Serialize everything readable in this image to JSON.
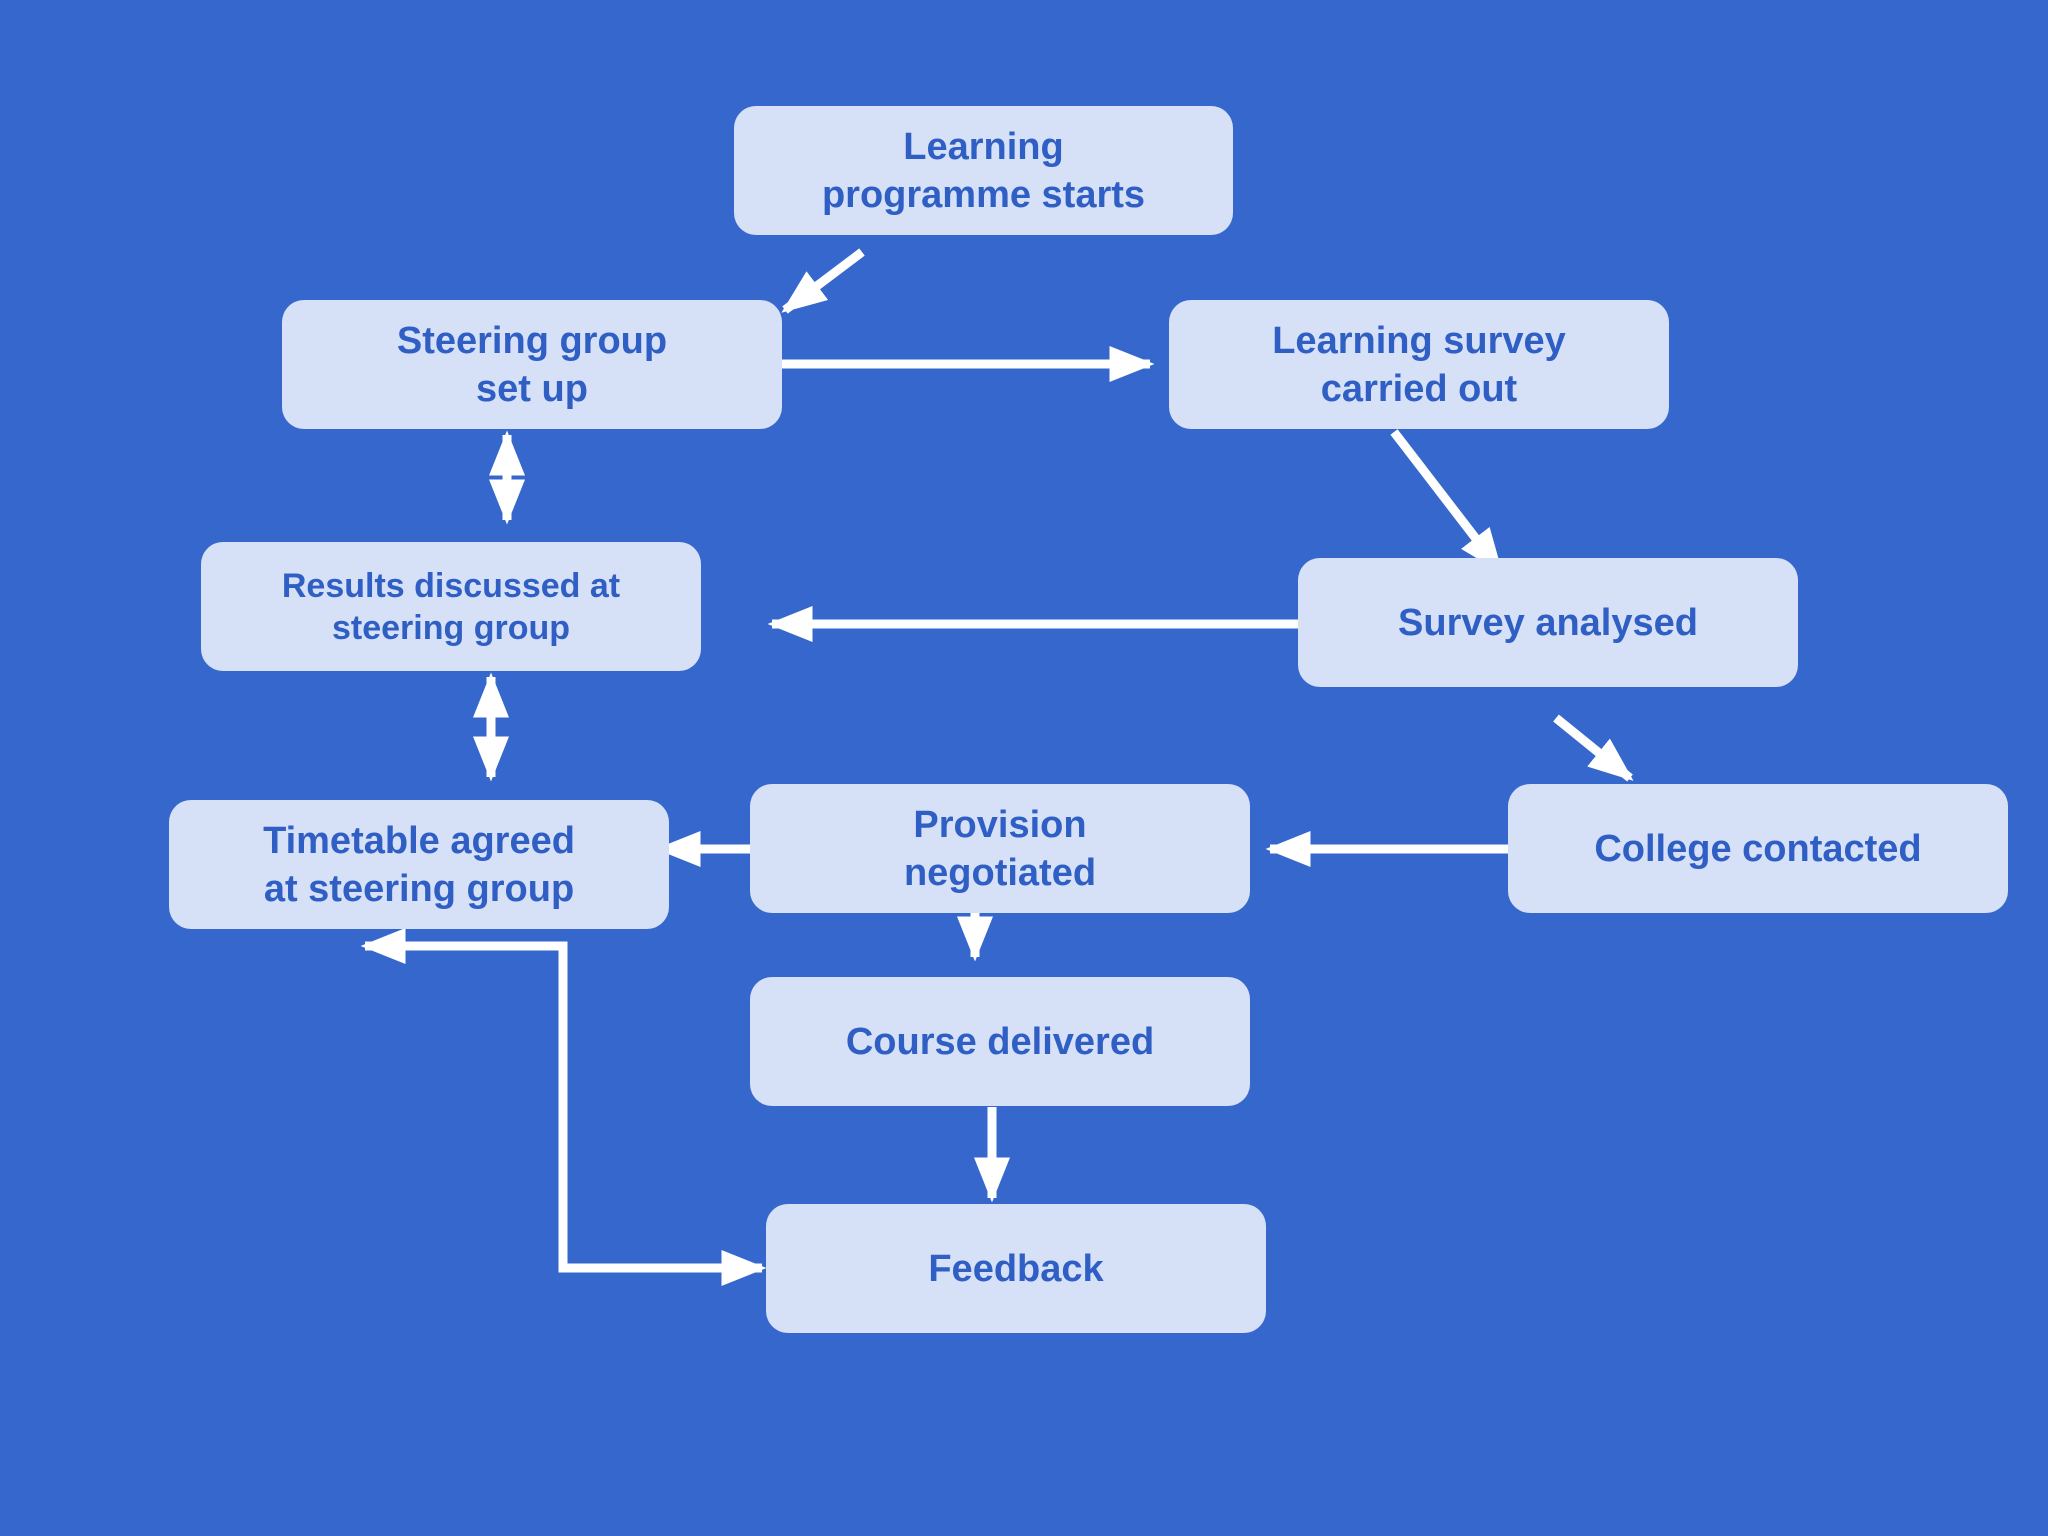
{
  "diagram": {
    "nodes": {
      "start": "Learning\nprogramme starts",
      "steering": "Steering group\nset up",
      "survey": "Learning survey\ncarried out",
      "results": "Results discussed at\nsteering group",
      "analysed": "Survey analysed",
      "timetable": "Timetable agreed\nat steering group",
      "provision": "Provision\nnegotiated",
      "college": "College contacted",
      "course": "Course delivered",
      "feedback": "Feedback"
    },
    "colors": {
      "background": "#3567cc",
      "box": "#d6e0f6",
      "text": "#2f5fc4",
      "arrow": "#ffffff"
    }
  }
}
